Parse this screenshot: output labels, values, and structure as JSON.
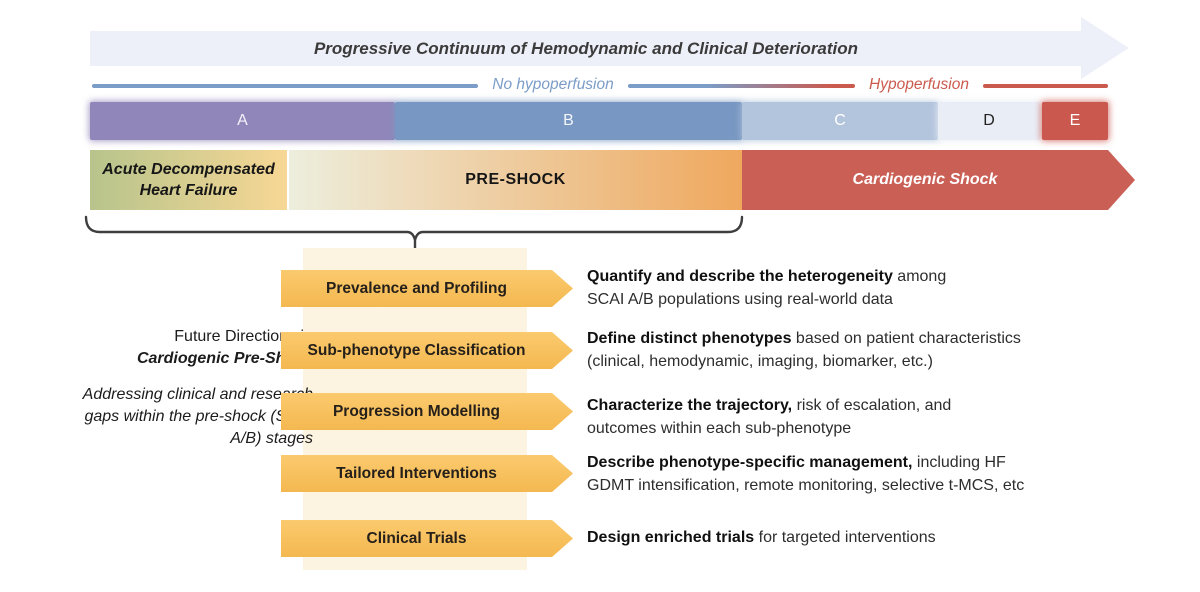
{
  "banner": {
    "title": "Progressive Continuum of Hemodynamic and Clinical Deterioration",
    "background": "#eef0f9"
  },
  "perfusion_axis": {
    "left_label": "No hypoperfusion",
    "right_label": "Hypoperfusion",
    "left_color": "#7b9cc7",
    "right_color": "#cb5a4e"
  },
  "scai_stages": [
    {
      "label": "A",
      "color": "#9186ba",
      "text_color": "#f4f2f9"
    },
    {
      "label": "B",
      "color": "#7897c2",
      "text_color": "#f4f6fa"
    },
    {
      "label": "C",
      "color": "#b3c4dd",
      "text_color": "#ffffff"
    },
    {
      "label": "D",
      "color": "#e9edf6",
      "text_color": "#222222"
    },
    {
      "label": "E",
      "color": "#cb584e",
      "text_color": "#ffffff"
    }
  ],
  "stage_bar": {
    "adhf_line1": "Acute Decompensated",
    "adhf_line2": "Heart Failure",
    "preshock": "PRE-SHOCK",
    "shock": "Cardiogenic Shock",
    "shock_color": "#ca5f55"
  },
  "left_note": {
    "title_line1": "Future Directions in",
    "title_line2": "Cardiogenic Pre-Shock",
    "subtitle": "Addressing clinical and research gaps within the pre-shock (SCAI A/B) stages"
  },
  "future_directions": [
    {
      "label": "Prevalence and Profiling",
      "bold": "Quantify and describe the heterogeneity",
      "rest": " among",
      "line2": "SCAI A/B populations using real-world data"
    },
    {
      "label": "Sub-phenotype Classification",
      "bold": "Define distinct phenotypes",
      "rest": " based on patient characteristics",
      "line2": "(clinical, hemodynamic, imaging, biomarker, etc.)"
    },
    {
      "label": "Progression Modelling",
      "bold": "Characterize the trajectory,",
      "rest": " risk of escalation, and",
      "line2": "outcomes within each sub-phenotype"
    },
    {
      "label": "Tailored Interventions",
      "bold": "Describe phenotype-specific management,",
      "rest": " including HF",
      "line2": "GDMT intensification, remote monitoring, selective t-MCS, etc"
    },
    {
      "label": "Clinical Trials",
      "bold": "Design enriched trials",
      "rest": " for targeted interventions",
      "line2": ""
    }
  ],
  "accent": {
    "arrow_yellow": "#f9c463",
    "band_cream": "#fdf3e1",
    "brace_color": "#3f3f3f"
  }
}
